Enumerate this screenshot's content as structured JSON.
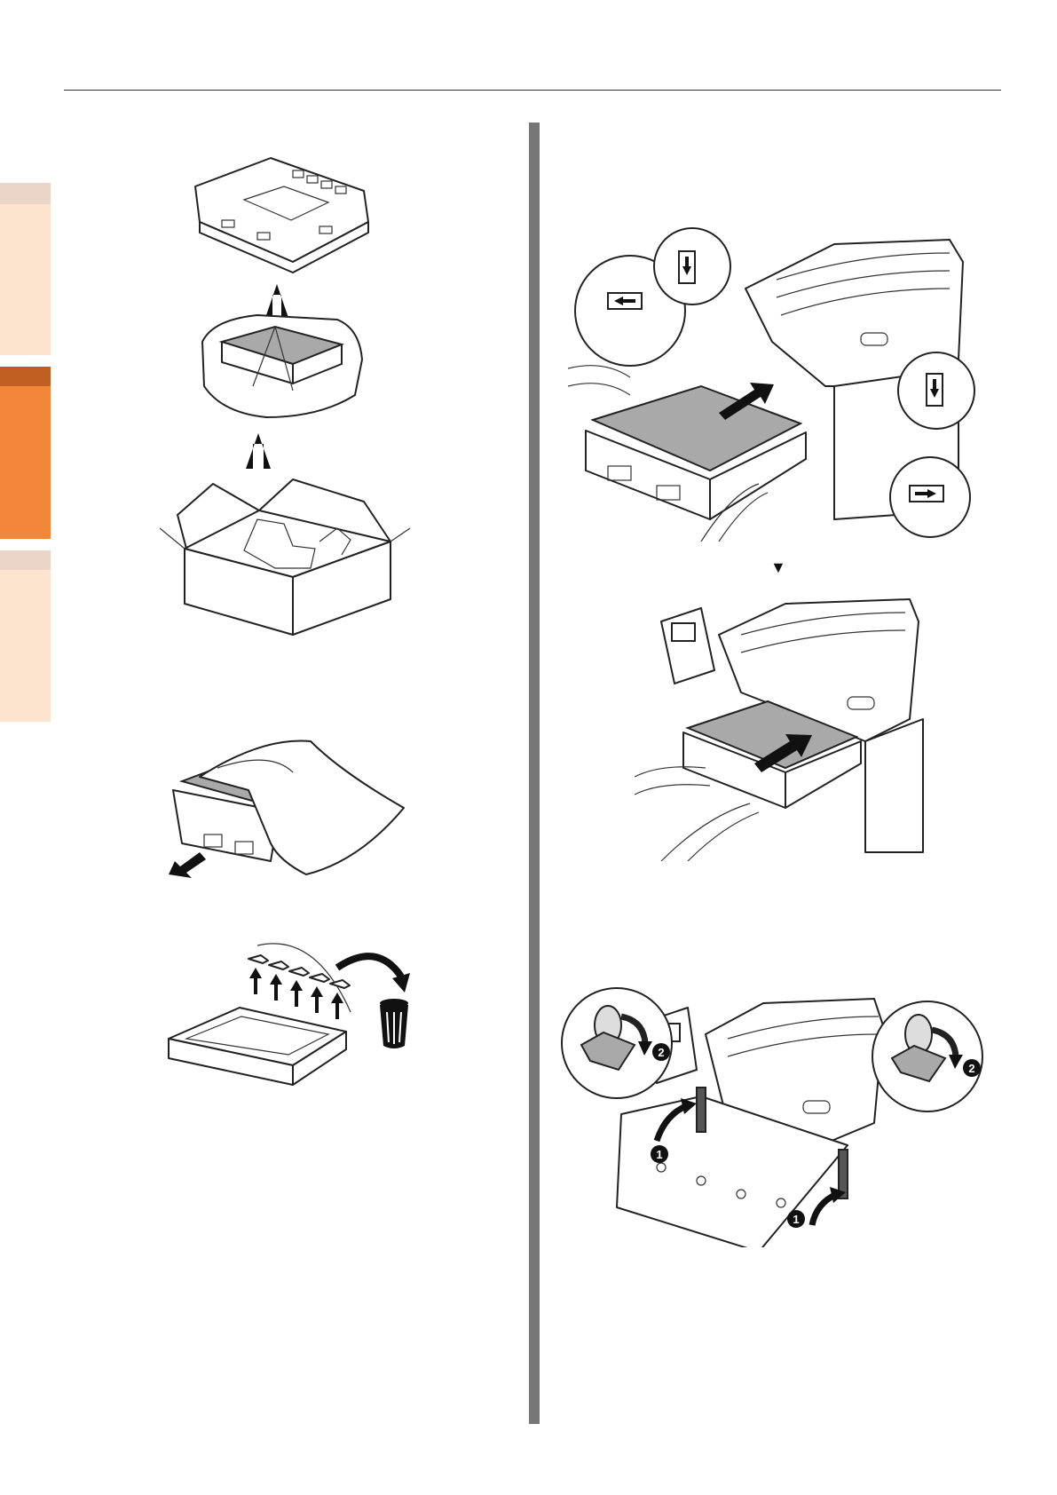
{
  "page": {
    "side_tabs": [
      "tab-1",
      "tab-2",
      "tab-3"
    ],
    "accent_color": "#f2873a",
    "tab_light_color": "#fce4cf",
    "divider_color": "#777777"
  },
  "figures": {
    "unpack": {
      "icon": "unpacking-illustration"
    },
    "remove_bag": {
      "icon": "remove-bag-illustration"
    },
    "remove_parts": {
      "icon": "discard-parts-illustration"
    },
    "insert_belt": {
      "icon": "insert-belt-illustration"
    },
    "step_down_marker": "▼",
    "push_belt": {
      "icon": "push-belt-illustration"
    },
    "lock_levers": {
      "icon": "lock-levers-illustration",
      "step_1": "1",
      "step_2": "2"
    }
  }
}
